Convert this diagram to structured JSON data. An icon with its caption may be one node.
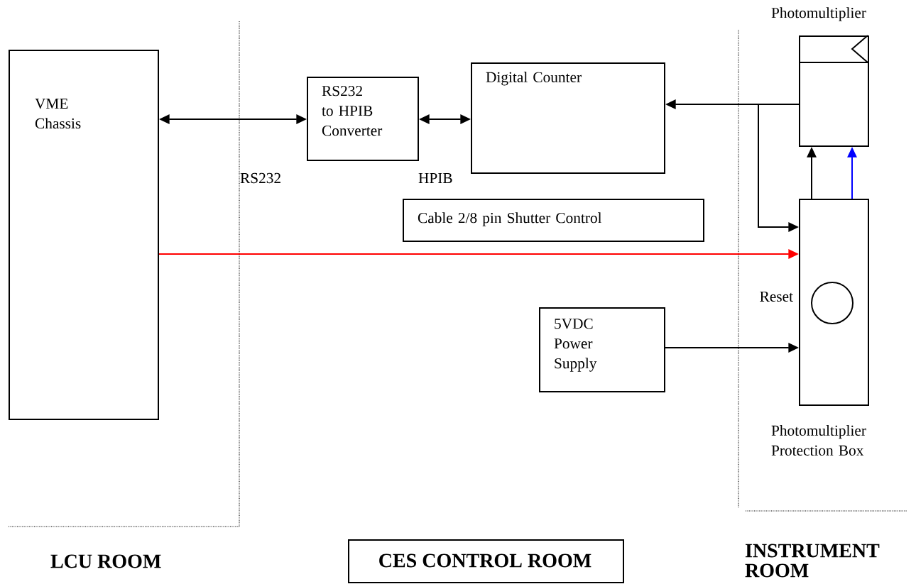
{
  "diagram": {
    "nodes": [
      {
        "text": [
          "VME Chassis"
        ]
      },
      {
        "text": [
          "RS232 to HPIB Converter"
        ]
      },
      {
        "text": [
          "Digital Counter"
        ]
      },
      {
        "text": [
          "Cable 2/8 pin Shutter Control"
        ]
      },
      {
        "text": [
          "Photomultiplier"
        ]
      },
      {
        "text": [
          "Photomultiplier Protection Box"
        ]
      },
      {
        "text": [],
        "shape": "circle",
        "in": 5
      },
      {
        "text": [
          "5VDC Power Supply"
        ]
      },
      {
        "text": [
          "CES CONTROL ROOM"
        ]
      }
    ],
    "edges": [
      {
        "from": 0,
        "to": 1,
        "arrow": "both"
      },
      {
        "from": 1,
        "to": 2,
        "arrow": "both"
      },
      {
        "from": 4,
        "to": 2,
        "arrow": "to"
      },
      {
        "from": 4,
        "to": 5,
        "arrow": "to"
      },
      {
        "from": 5,
        "to": 4,
        "arrow": "to"
      },
      {
        "from": 5,
        "to": 4,
        "arrow": "to",
        "color": "#0000ff"
      },
      {
        "from": 0,
        "to": 5,
        "arrow": "to",
        "color": "#ff0000"
      },
      {
        "from": 7,
        "to": 5,
        "arrow": "to"
      }
    ],
    "labels": [
      "RS232",
      "HPIB",
      "Reset",
      "LCU ROOM",
      "INSTRUMENT ROOM"
    ]
  }
}
